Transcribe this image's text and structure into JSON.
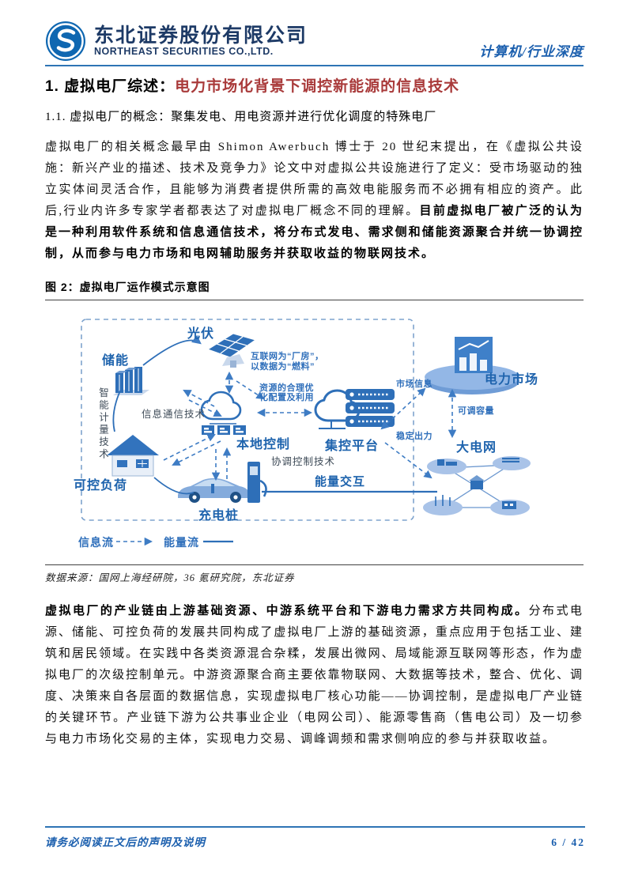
{
  "header": {
    "company_cn": "东北证券股份有限公司",
    "company_en": "NORTHEAST SECURITIES CO.,LTD.",
    "report_tag": "计算机/行业深度"
  },
  "section": {
    "h1_black": "1. 虚拟电厂综述：",
    "h1_red": "电力市场化背景下调控新能源的信息技术",
    "h2": "1.1. 虚拟电厂的概念：聚集发电、用电资源并进行优化调度的特殊电厂"
  },
  "para1": {
    "normal": "虚拟电厂的相关概念最早由 Shimon Awerbuch 博士于 20 世纪末提出，在《虚拟公共设施：新兴产业的描述、技术及竞争力》论文中对虚拟公共设施进行了定义：受市场驱动的独立实体间灵活合作，且能够为消费者提供所需的高效电能服务而不必拥有相应的资产。此后,行业内许多专家学者都表达了对虚拟电厂概念不同的理解。",
    "bold": "目前虚拟电厂被广泛的认为是一种利用软件系统和信息通信技术，将分布式发电、需求侧和储能资源聚合并统一协调控制，从而参与电力市场和电网辅助服务并获取收益的物联网技术。"
  },
  "figure": {
    "caption": "图 2：虚拟电厂运作模式示意图",
    "source": "数据来源：国网上海经研院，36 氪研究院，东北证券",
    "diagram": {
      "nodes": {
        "solar": "光伏",
        "storage": "储能",
        "load": "可控负荷",
        "charger": "充电桩",
        "local_control": "本地控制",
        "central_platform": "集控平台",
        "power_market": "电力市场",
        "grid": "大电网"
      },
      "annotations": {
        "smart_metering": "智能计量技术",
        "ict": "信息通信技术",
        "internet_line1": "互联网为“厂房”，",
        "internet_line2": "以数据为“燃料”",
        "resource_line1": "资源的合理优",
        "resource_line2": "化配置及利用",
        "market_info": "市场信息",
        "adjustable_capacity": "可调容量",
        "stable_output": "稳定出力",
        "coordinated_control": "协调控制技术",
        "energy_exchange": "能量交互"
      },
      "legend": {
        "info_flow": "信息流",
        "energy_flow": "能量流"
      }
    }
  },
  "para2": {
    "bold": "虚拟电厂的产业链由上游基础资源、中游系统平台和下游电力需求方共同构成。",
    "normal": "分布式电源、储能、可控负荷的发展共同构成了虚拟电厂上游的基础资源，重点应用于包括工业、建筑和居民领域。在实践中各类资源混合杂糅，发展出微网、局域能源互联网等形态，作为虚拟电厂的次级控制单元。中游资源聚合商主要依靠物联网、大数据等技术，整合、优化、调度、决策来自各层面的数据信息，实现虚拟电厂核心功能——协调控制，是虚拟电厂产业链的关键环节。产业链下游为公共事业企业（电网公司）、能源零售商（售电公司）及一切参与电力市场化交易的主体，实现电力交易、调峰调频和需求侧响应的参与并获取收益。"
  },
  "footer": {
    "disclaimer": "请务必阅读正文后的声明及说明",
    "page": "6 / 42"
  },
  "colors": {
    "accent_blue": "#2e74b5",
    "heading_red": "#a93a3a",
    "diagram_blue": "#2e6fb8"
  }
}
